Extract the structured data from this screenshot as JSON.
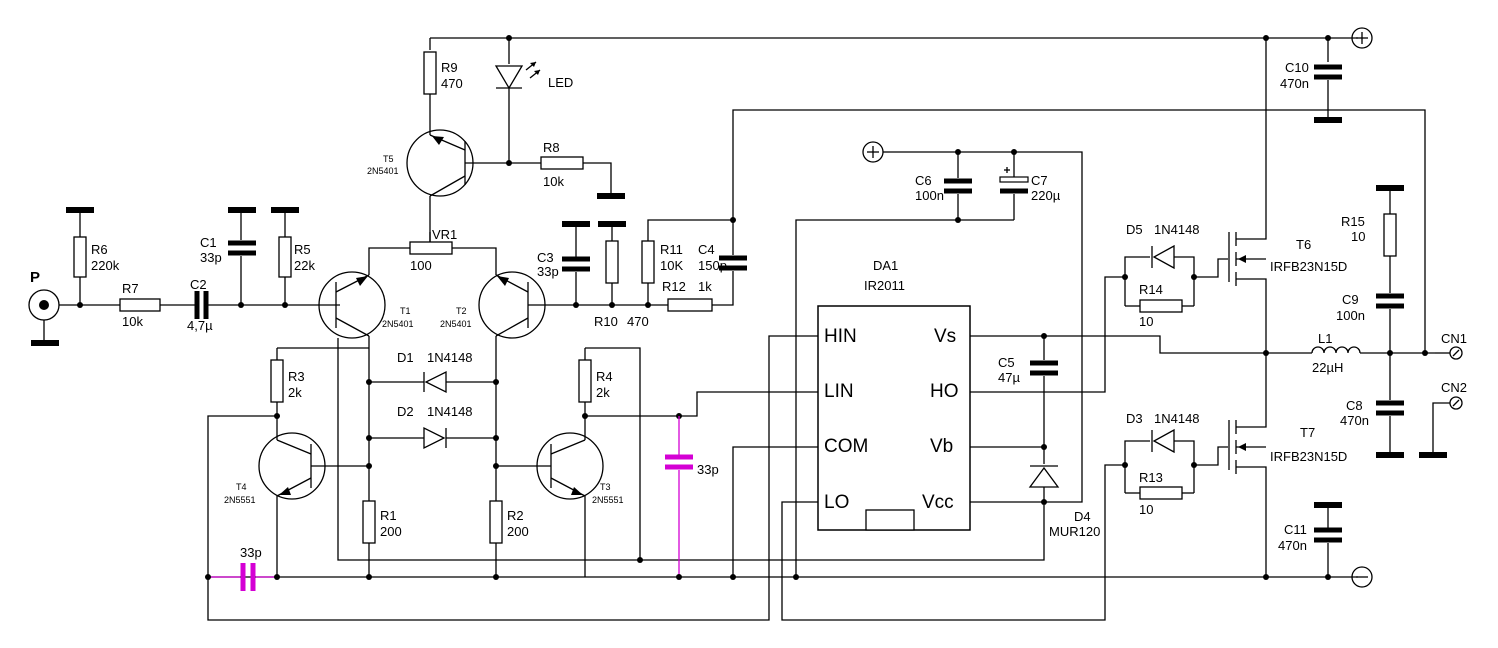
{
  "labels": {
    "input": "P",
    "R6": "R6",
    "R6v": "220k",
    "R7": "R7",
    "R7v": "10k",
    "C1": "C1",
    "C1v": "33p",
    "C2": "C2",
    "C2v": "4,7µ",
    "R5": "R5",
    "R5v": "22k",
    "R9": "R9",
    "R9v": "470",
    "LED": "LED",
    "T5": "T5",
    "T5v": "2N5401",
    "R8": "R8",
    "R8v": "10k",
    "VR1": "VR1",
    "VR1v": "100",
    "T1": "T1",
    "T1v": "2N5401",
    "T2": "T2",
    "T2v": "2N5401",
    "C3": "C3",
    "C3v": "33p",
    "R10": "R10",
    "R10v": "470",
    "R11": "R11",
    "R11v": "10K",
    "C4": "C4",
    "C4v": "150p",
    "R12": "R12",
    "R12v": "1k",
    "D1": "D1",
    "D1v": "1N4148",
    "D2": "D2",
    "D2v": "1N4148",
    "R3": "R3",
    "R3v": "2k",
    "R4": "R4",
    "R4v": "2k",
    "T4": "T4",
    "T4v": "2N5551",
    "T3": "T3",
    "T3v": "2N5551",
    "R1": "R1",
    "R1v": "200",
    "R2": "R2",
    "R2v": "200",
    "Cm1": "33p",
    "Cm2": "33p",
    "DA1": "DA1",
    "DA1v": "IR2011",
    "HIN": "HIN",
    "LIN": "LIN",
    "COM": "COM",
    "LO": "LO",
    "Vs": "Vs",
    "HO": "HO",
    "Vb": "Vb",
    "Vcc": "Vcc",
    "C6": "C6",
    "C6v": "100n",
    "C7": "C7",
    "C7v": "220µ",
    "C5": "C5",
    "C5v": "47µ",
    "D4": "D4",
    "D4v": "MUR120",
    "D5": "D5",
    "D5v": "1N4148",
    "R14": "R14",
    "R14v": "10",
    "D3": "D3",
    "D3v": "1N4148",
    "R13": "R13",
    "R13v": "10",
    "T6": "T6",
    "T6v": "IRFB23N15D",
    "T7": "T7",
    "T7v": "IRFB23N15D",
    "C10": "C10",
    "C10v": "470n",
    "C11": "C11",
    "C11v": "470n",
    "R15": "R15",
    "R15v": "10",
    "C9": "C9",
    "C9v": "100n",
    "L1": "L1",
    "L1v": "22µH",
    "C8": "C8",
    "C8v": "470n",
    "CN1": "CN1",
    "CN2": "CN2",
    "plus": "+",
    "minus": "−"
  },
  "colors": {
    "wire": "#000000",
    "highlight": "#d400d4",
    "background": "#ffffff"
  }
}
